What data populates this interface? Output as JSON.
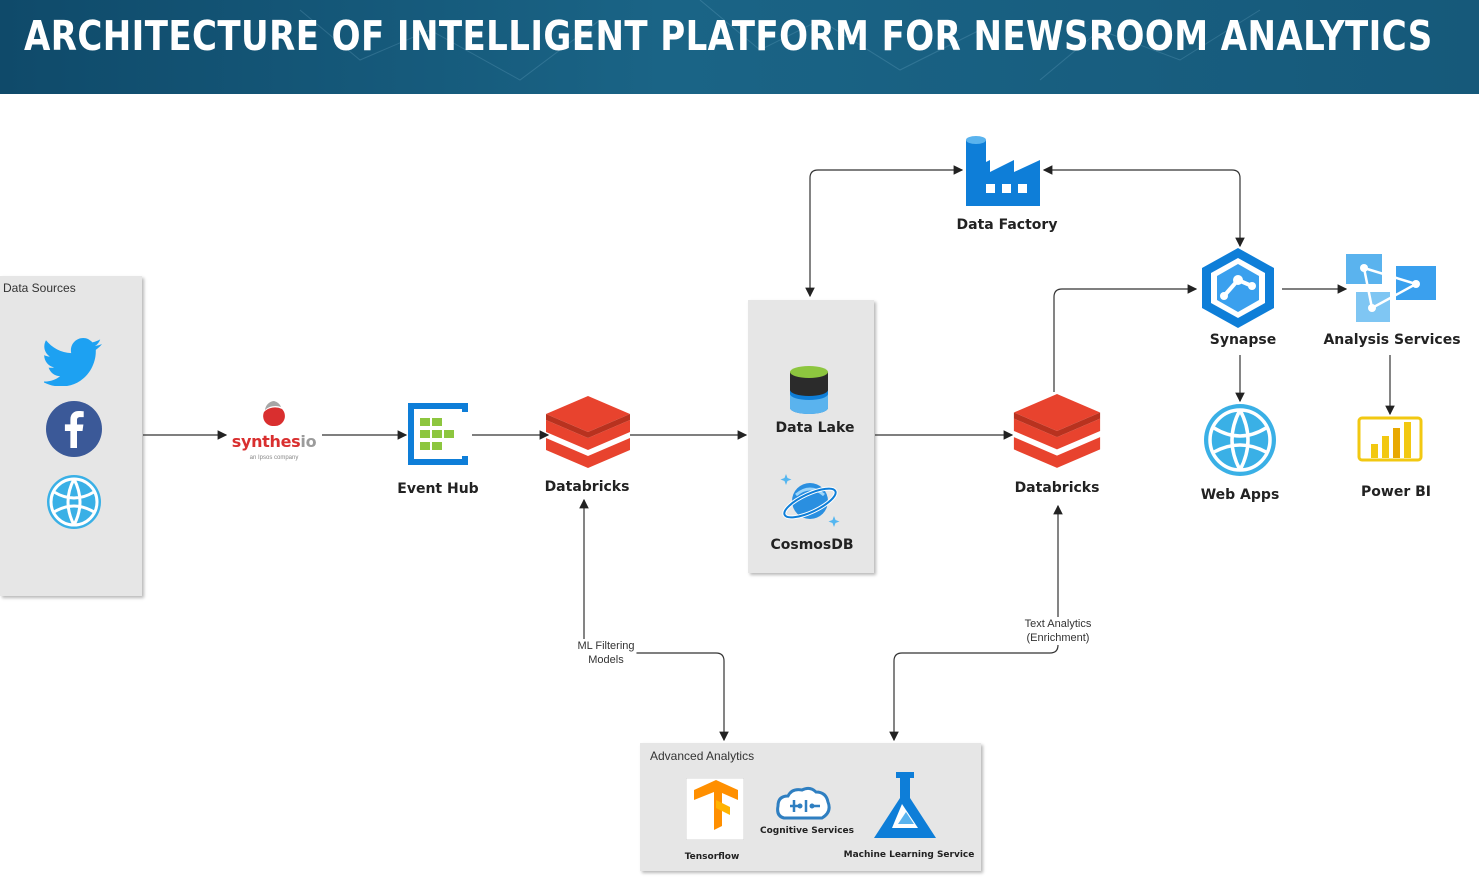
{
  "title": "ARCHITECTURE OF INTELLIGENT PLATFORM FOR NEWSROOM ANALYTICS",
  "panels": {
    "data_sources": "Data Sources",
    "advanced_analytics": "Advanced Analytics"
  },
  "synthesio": {
    "name_a": "synthes",
    "name_b": "io",
    "tagline": "an Ipsos company"
  },
  "nodes": {
    "event_hub": "Event Hub",
    "databricks_1": "Databricks",
    "data_lake": "Data Lake",
    "cosmosdb": "CosmosDB",
    "databricks_2": "Databricks",
    "data_factory": "Data Factory",
    "synapse": "Synapse",
    "analysis_services": "Analysis Services",
    "web_apps": "Web Apps",
    "power_bi": "Power BI",
    "tensorflow": "Tensorflow",
    "cognitive_services": "Cognitive Services",
    "machine_learning": "Machine Learning Service"
  },
  "annotations": {
    "ml_filtering_1": "ML Filtering",
    "ml_filtering_2": "Models",
    "text_analytics_1": "Text Analytics",
    "text_analytics_2": "(Enrichment)"
  },
  "icons": [
    "twitter-icon",
    "facebook-icon",
    "web-globe-icon",
    "synthesio-logo",
    "event-hub-icon",
    "databricks-icon",
    "data-lake-icon",
    "cosmosdb-icon",
    "data-factory-icon",
    "synapse-icon",
    "analysis-services-icon",
    "web-apps-icon",
    "power-bi-icon",
    "tensorflow-icon",
    "cognitive-services-icon",
    "machine-learning-icon"
  ],
  "colors": {
    "header": "#1a5f80",
    "databricks": "#e8432e",
    "azure_blue": "#0e7ed8",
    "panel": "#e6e6e6"
  }
}
